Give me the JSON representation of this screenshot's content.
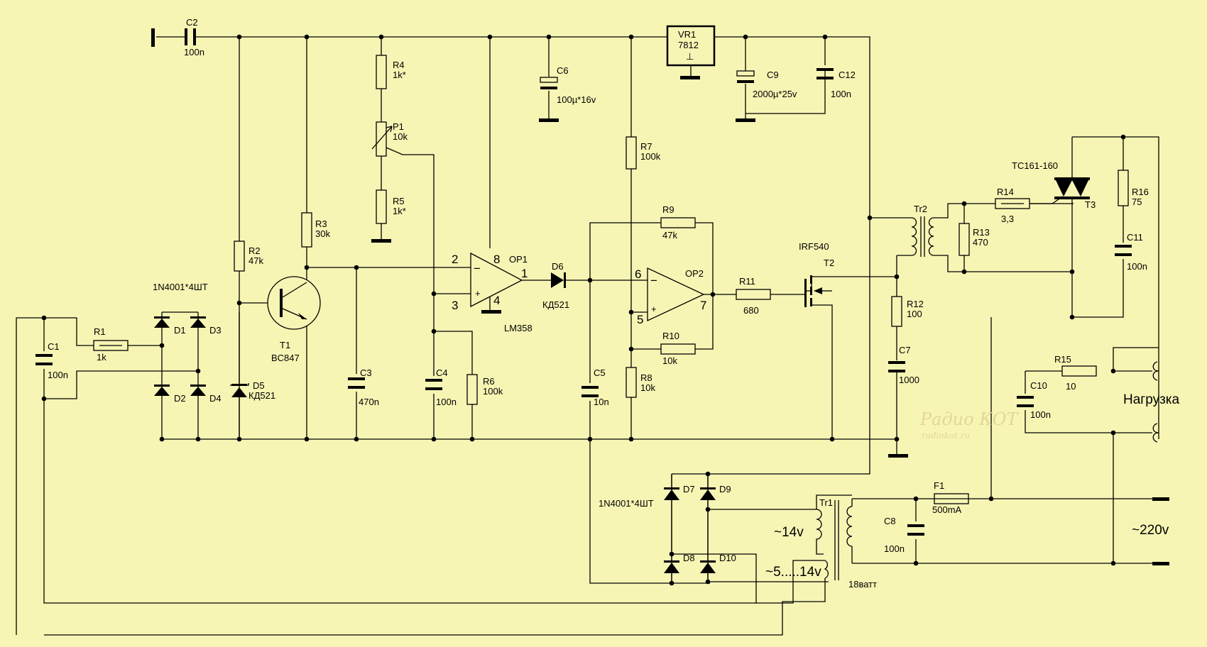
{
  "labels": {
    "C2": "C2",
    "C2v": "100n",
    "VR1": "VR1",
    "VR1v": "7812",
    "C6": "C6",
    "C6v": "100µ*16v",
    "C9": "C9",
    "C9v": "2000µ*25v",
    "C12": "C12",
    "C12v": "100n",
    "R4": "R4",
    "R4v": "1k*",
    "P1": "P1",
    "P1v": "10k",
    "R5": "R5",
    "R5v": "1k*",
    "R7": "R7",
    "R7v": "100k",
    "R2": "R2",
    "R2v": "47k",
    "R3": "R3",
    "R3v": "30k",
    "diodes_bridge1": "1N4001*4ШТ",
    "D1": "D1",
    "D2": "D2",
    "D3": "D3",
    "D4": "D4",
    "D5": "D5",
    "D5v": "КД521",
    "T1": "T1",
    "T1v": "BC847",
    "R1": "R1",
    "R1v": "1k",
    "C1": "C1",
    "C1v": "100n",
    "C3": "C3",
    "C3v": "470n",
    "C4": "C4",
    "C4v": "100n",
    "R6": "R6",
    "R6v": "100k",
    "OP1": "OP1",
    "OP1v": "LM358",
    "pin2": "2",
    "pin3": "3",
    "pin8": "8",
    "pin1": "1",
    "pin4": "4",
    "pin6": "6",
    "pin5": "5",
    "pin7": "7",
    "D6": "D6",
    "D6v": "КД521",
    "R9": "R9",
    "R9v": "47k",
    "OP2": "OP2",
    "R10": "R10",
    "R10v": "10k",
    "R8": "R8",
    "R8v": "10k",
    "C5": "C5",
    "C5v": "10n",
    "R11": "R11",
    "R11v": "680",
    "T2": "T2",
    "T2v": "IRF540",
    "Tr2": "Tr2",
    "R13": "R13",
    "R13v": "470",
    "R12": "R12",
    "R12v": "100",
    "C7": "C7",
    "C7v": "1000",
    "R14": "R14",
    "R14v": "3,3",
    "T3": "T3",
    "T3v": "ТС161-160",
    "R16": "R16",
    "R16v": "75",
    "C11": "C11",
    "C11v": "100n",
    "R15": "R15",
    "R15v": "10",
    "C10": "C10",
    "C10v": "100n",
    "load": "Нагрузка",
    "diodes_bridge2": "1N4001*4ШТ",
    "D7": "D7",
    "D8": "D8",
    "D9": "D9",
    "D10": "D10",
    "Tr1": "Tr1",
    "Tr1v": "18ватт",
    "ac14": "~14v",
    "ac514": "~5.....14v",
    "F1": "F1",
    "F1v": "500mA",
    "C8": "C8",
    "C8v": "100n",
    "mains": "~220v",
    "op_minus": "−",
    "op_plus": "+",
    "gnd_sym": "⊥",
    "wm1": "Радио КОТ",
    "wm2": "radiokot.ru"
  },
  "colors": {
    "background": "#f7f5b4",
    "ink": "#000000",
    "watermark": "#e4d69a"
  }
}
